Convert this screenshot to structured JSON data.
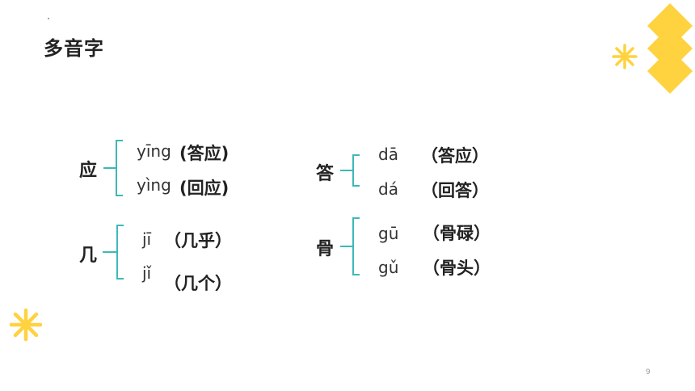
{
  "slide": {
    "title": "多音字",
    "page_number": "9",
    "accent_color": "#FFD23F",
    "bracket_color": "#3EB8B8"
  },
  "groups": [
    {
      "char": "应",
      "readings": [
        {
          "pinyin": "yīng",
          "word": "(答应)"
        },
        {
          "pinyin": "yìng",
          "word": "(回应)"
        }
      ]
    },
    {
      "char": "几",
      "readings": [
        {
          "pinyin": "jī",
          "word": "（几乎）"
        },
        {
          "pinyin": "jǐ",
          "word": "（几个）"
        }
      ]
    },
    {
      "char": "答",
      "readings": [
        {
          "pinyin": "dā",
          "word": "（答应）"
        },
        {
          "pinyin": "dá",
          "word": "（回答）"
        }
      ]
    },
    {
      "char": "骨",
      "readings": [
        {
          "pinyin": "gū",
          "word": "（骨碌）"
        },
        {
          "pinyin": "gǔ",
          "word": "（骨头）"
        }
      ]
    }
  ]
}
